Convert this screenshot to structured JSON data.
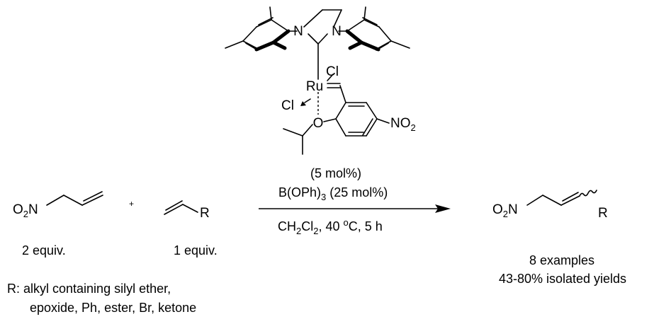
{
  "catalyst": {
    "atom_n1": "N",
    "atom_n2": "N",
    "atom_ru": "Ru",
    "atom_cl_top": "Cl",
    "atom_cl_left": "Cl",
    "atom_o": "O",
    "nitro_main": "NO",
    "nitro_sub": "2"
  },
  "reactant1": {
    "o": "O",
    "sub": "2",
    "n": "N",
    "equiv": "2 equiv."
  },
  "plus": "+",
  "reactant2": {
    "r": "R",
    "equiv": "1 equiv."
  },
  "conditions": {
    "loading": "(5 mol%)",
    "additive_a": "B(OPh)",
    "additive_sub": "3",
    "additive_b": " (25 mol%)",
    "solvent_a": "CH",
    "solvent_sub1": "2",
    "solvent_b": "Cl",
    "solvent_sub2": "2",
    "solvent_c": ", 40 ",
    "temp_sup": "o",
    "solvent_d": "C, 5 h"
  },
  "product": {
    "o": "O",
    "sub": "2",
    "n": "N",
    "r": "R",
    "examples": "8 examples",
    "yields": "43-80% isolated yields"
  },
  "scope": {
    "line1": "R: alkyl containing silyl ether,",
    "line2": "epoxide, Ph, ester, Br, ketone"
  }
}
